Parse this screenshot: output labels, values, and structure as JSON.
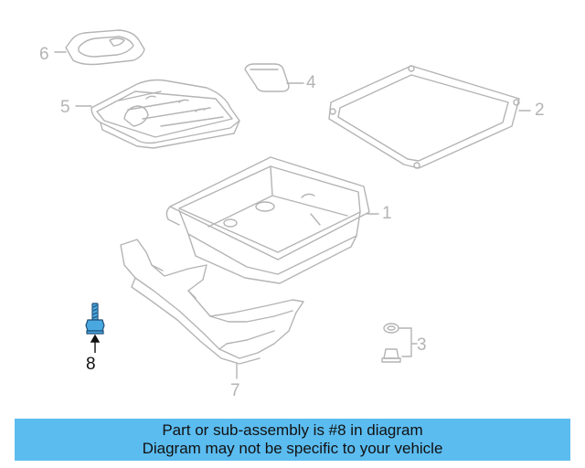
{
  "diagram": {
    "callouts": {
      "c1": "1",
      "c2": "2",
      "c3": "3",
      "c4": "4",
      "c5": "5",
      "c6": "6",
      "c7": "7",
      "c8": "8"
    },
    "highlighted_part": "8",
    "colors": {
      "outline": "#b4b4b4",
      "highlight": "#4aa8e0",
      "banner": "#5bbcf0"
    }
  },
  "banner": {
    "line1": "Part or sub-assembly is #8 in diagram",
    "line2": "Diagram may not be specific to your vehicle"
  }
}
